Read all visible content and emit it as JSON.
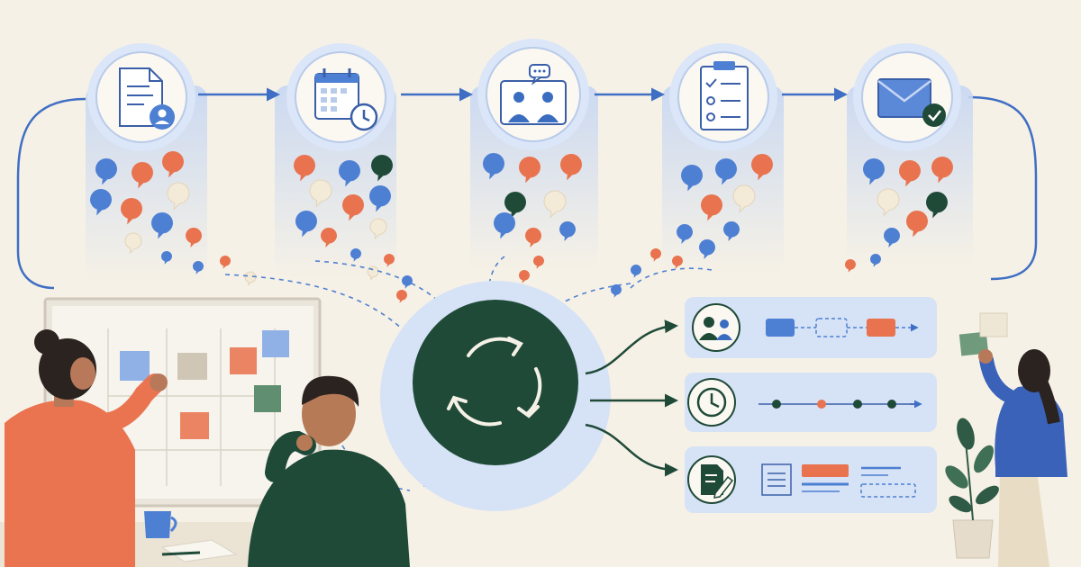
{
  "colors": {
    "background": "#f6f1e6",
    "accent_blue": "#4d7fd3",
    "accent_orange": "#e8734e",
    "accent_green": "#1f4a38",
    "cream": "#f3ead8",
    "panel_blue": "#dbe6f8"
  },
  "stages": [
    {
      "icon": "document-user-icon"
    },
    {
      "icon": "calendar-clock-icon"
    },
    {
      "icon": "video-meeting-icon"
    },
    {
      "icon": "clipboard-checklist-icon"
    },
    {
      "icon": "envelope-check-icon"
    }
  ],
  "hub": {
    "icon": "refresh-cycle-icon"
  },
  "outputs": [
    {
      "icon": "team-icon",
      "row_kind": "process-flow"
    },
    {
      "icon": "clock-icon",
      "row_kind": "timeline"
    },
    {
      "icon": "document-edit-icon",
      "row_kind": "form-blocks"
    }
  ]
}
